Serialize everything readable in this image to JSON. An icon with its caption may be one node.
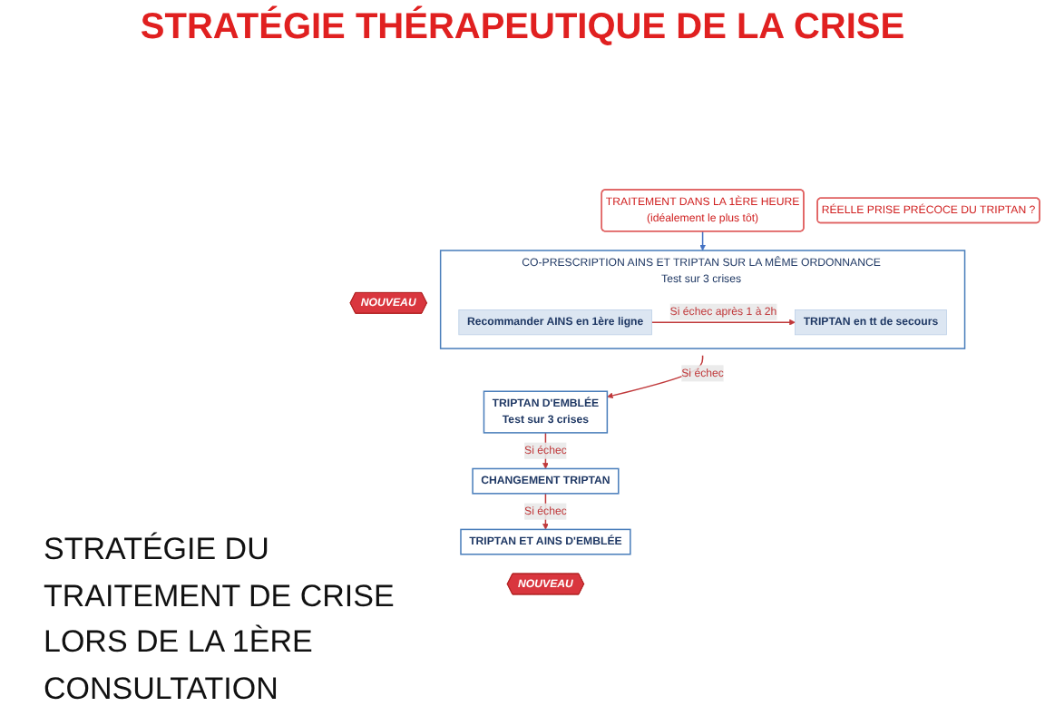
{
  "diagram": {
    "title": "STRATÉGIE THÉRAPEUTIQUE DE LA CRISE",
    "nodes": [
      {
        "text": [
          "TRAITEMENT DANS LA 1ÈRE HEURE",
          "(idéalement le plus tôt)"
        ]
      },
      {
        "text": [
          "CO-PRESCRIPTION AINS ET TRIPTAN SUR LA MÊME ORDONNANCE",
          "Test sur 3 crises"
        ]
      },
      {
        "text": [
          "Recommander AINS en 1ère ligne"
        ],
        "in": 1
      },
      {
        "text": [
          "TRIPTAN en tt de secours"
        ],
        "in": 1
      },
      {
        "text": [
          "NOUVEAU"
        ]
      },
      {
        "text": [
          "TRIPTAN D'EMBLÉE",
          "Test sur 3 crises"
        ]
      },
      {
        "text": [
          "RÉELLE PRISE PRÉCOCE DU TRIPTAN ?"
        ]
      },
      {
        "text": [
          "CHANGEMENT TRIPTAN"
        ]
      },
      {
        "text": [
          "TRIPTAN ET AINS D'EMBLÉE"
        ]
      },
      {
        "text": [
          "NOUVEAU"
        ]
      }
    ],
    "edges": [
      {
        "from": 0,
        "to": 1,
        "arrow": "to",
        "color": "#4472c4"
      },
      {
        "from": 2,
        "to": 3,
        "arrow": "to",
        "label": "Si échec après 1 à 2h"
      },
      {
        "from": 1,
        "to": 5,
        "arrow": "to",
        "label": "Si échec"
      },
      {
        "from": 5,
        "to": 7,
        "arrow": "to",
        "label": "Si échec"
      },
      {
        "from": 7,
        "to": 8,
        "arrow": "to",
        "label": "Si échec"
      }
    ],
    "labels": [
      "STRATÉGIE DU TRAITEMENT DE CRISE LORS DE LA 1ÈRE CONSULTATION"
    ]
  }
}
